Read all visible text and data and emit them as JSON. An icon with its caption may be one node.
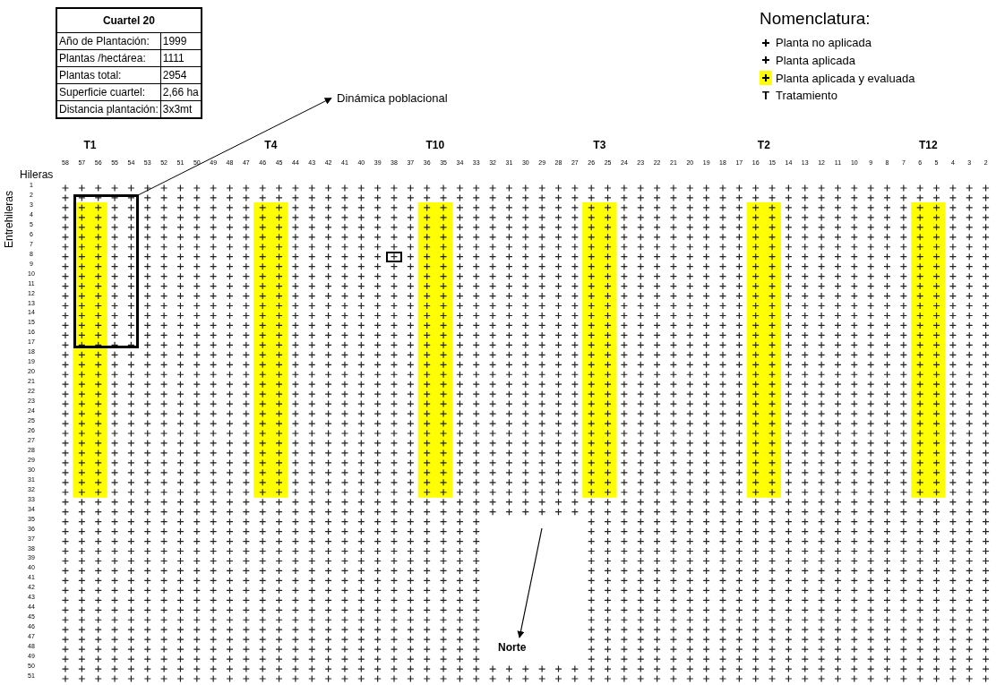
{
  "diagram": {
    "nodes": [
      {
        "text": [],
        "shape": "box"
      },
      {
        "text": [
          "Dinámica poblacional"
        ]
      },
      {
        "text": [],
        "shape": "box"
      }
    ],
    "edges": [
      {
        "from": 0,
        "to": 1,
        "arrow": "to"
      }
    ],
    "labels": [
      "Cuartel 20",
      "Año de Plantación:",
      "1999",
      "Plantas /hectárea:",
      "1111",
      "Plantas total:",
      "2954",
      "Superficie cuartel:",
      "2,66 ha",
      "Distancia plantación:",
      "3x3mt",
      "Nomenclatura:",
      "T",
      "T1",
      "T4",
      "T10",
      "T3",
      "T2",
      "T12",
      "58",
      "57",
      "56",
      "55",
      "54",
      "53",
      "52",
      "51",
      "50",
      "49",
      "48",
      "47",
      "46",
      "45",
      "44",
      "43",
      "42",
      "41",
      "40",
      "39",
      "38",
      "37",
      "36",
      "35",
      "34",
      "33",
      "32",
      "31",
      "30",
      "29",
      "28",
      "27",
      "26",
      "25",
      "24",
      "23",
      "22",
      "21",
      "20",
      "19",
      "18",
      "17",
      "16",
      "15",
      "14",
      "13",
      "12",
      "11",
      "10",
      "9",
      "8",
      "7",
      "6",
      "5",
      "4",
      "3",
      "2",
      "Hileras",
      "Entrehileras",
      "1",
      "2",
      "3",
      "4",
      "5",
      "6",
      "7",
      "8",
      "9",
      "10",
      "11",
      "12",
      "13",
      "14",
      "15",
      "16",
      "17",
      "18",
      "19",
      "20",
      "21",
      "22",
      "23",
      "24",
      "25",
      "26",
      "27",
      "28",
      "29",
      "30",
      "31",
      "32",
      "33",
      "34",
      "35",
      "36",
      "37",
      "38",
      "39",
      "40",
      "41",
      "42",
      "43",
      "44",
      "45",
      "46",
      "47",
      "48",
      "49",
      "50",
      "51",
      "Norte"
    ],
    "legend": [
      {
        "text": "Planta no aplicada"
      },
      {
        "text": "Planta aplicada"
      },
      {
        "text": "Planta aplicada y evaluada",
        "color": "#ffff00"
      },
      {
        "text": "Tratamiento"
      }
    ]
  }
}
